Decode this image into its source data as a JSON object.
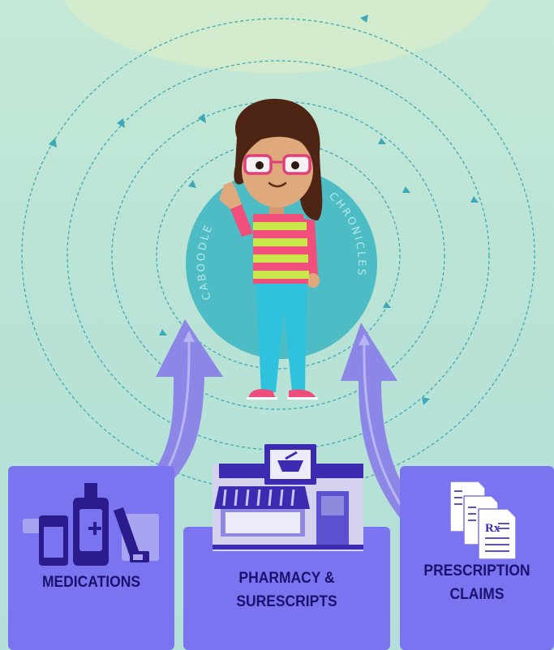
{
  "badge": {
    "left_text": "CABOODLE",
    "right_text": "CHRONICLES"
  },
  "boxes": {
    "medications": {
      "label": "MEDICATIONS"
    },
    "pharmacy": {
      "line1": "PHARMACY &",
      "line2": "SURESCRIPTS"
    },
    "claims": {
      "line1": "PRESCRIPTION",
      "line2": "CLAIMS"
    }
  },
  "icons": {
    "pharmacy_sign": "mortar-pestle-icon",
    "medications": "medicine-bottles-icon",
    "claims": "prescription-documents-icon",
    "prescription_mark": "Rx"
  },
  "colors": {
    "box": "#7b74f0",
    "box_text": "#1d1170",
    "arrow": "#8c86e6",
    "badge": "#4dbcc4",
    "orbit": "#3fa8b8"
  }
}
